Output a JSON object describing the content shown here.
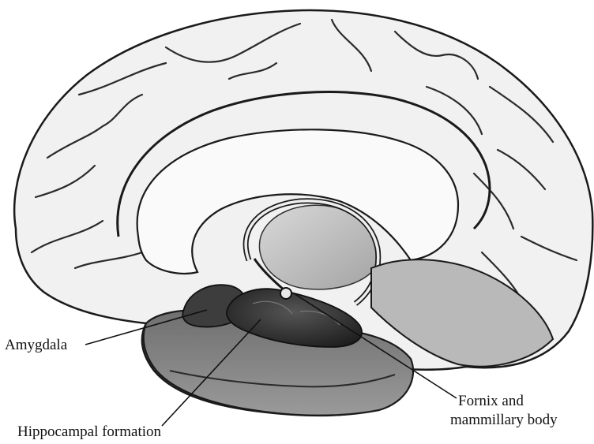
{
  "labels": {
    "amygdala": "Amygdala",
    "hippocampal_formation": "Hippocampal formation",
    "fornix_line1": "Fornix and",
    "fornix_line2": "mammillary body"
  },
  "colors": {
    "outline": "#1a1a1a",
    "cortex_fill": "#f1f1f1",
    "callosum_fill": "#fafafa",
    "temporal_fill": "#8a8a8a",
    "amygdala_fill": "#3d3d3d",
    "hippocampus_fill": "#2b2b2b",
    "brainstem_shade": "#b9b9b9"
  }
}
